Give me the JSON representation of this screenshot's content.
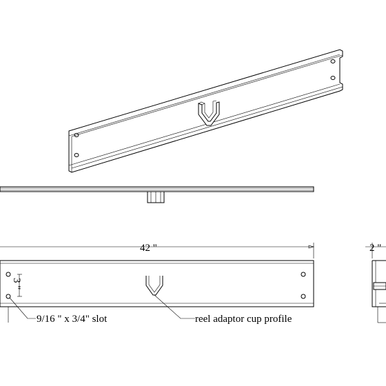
{
  "labels": {
    "length": "42 \"",
    "width": "2 \"",
    "hole_spacing": "3 \"",
    "slot": "9/16 \" x 3/4\" slot",
    "cup": "reel adaptor cup profile"
  }
}
